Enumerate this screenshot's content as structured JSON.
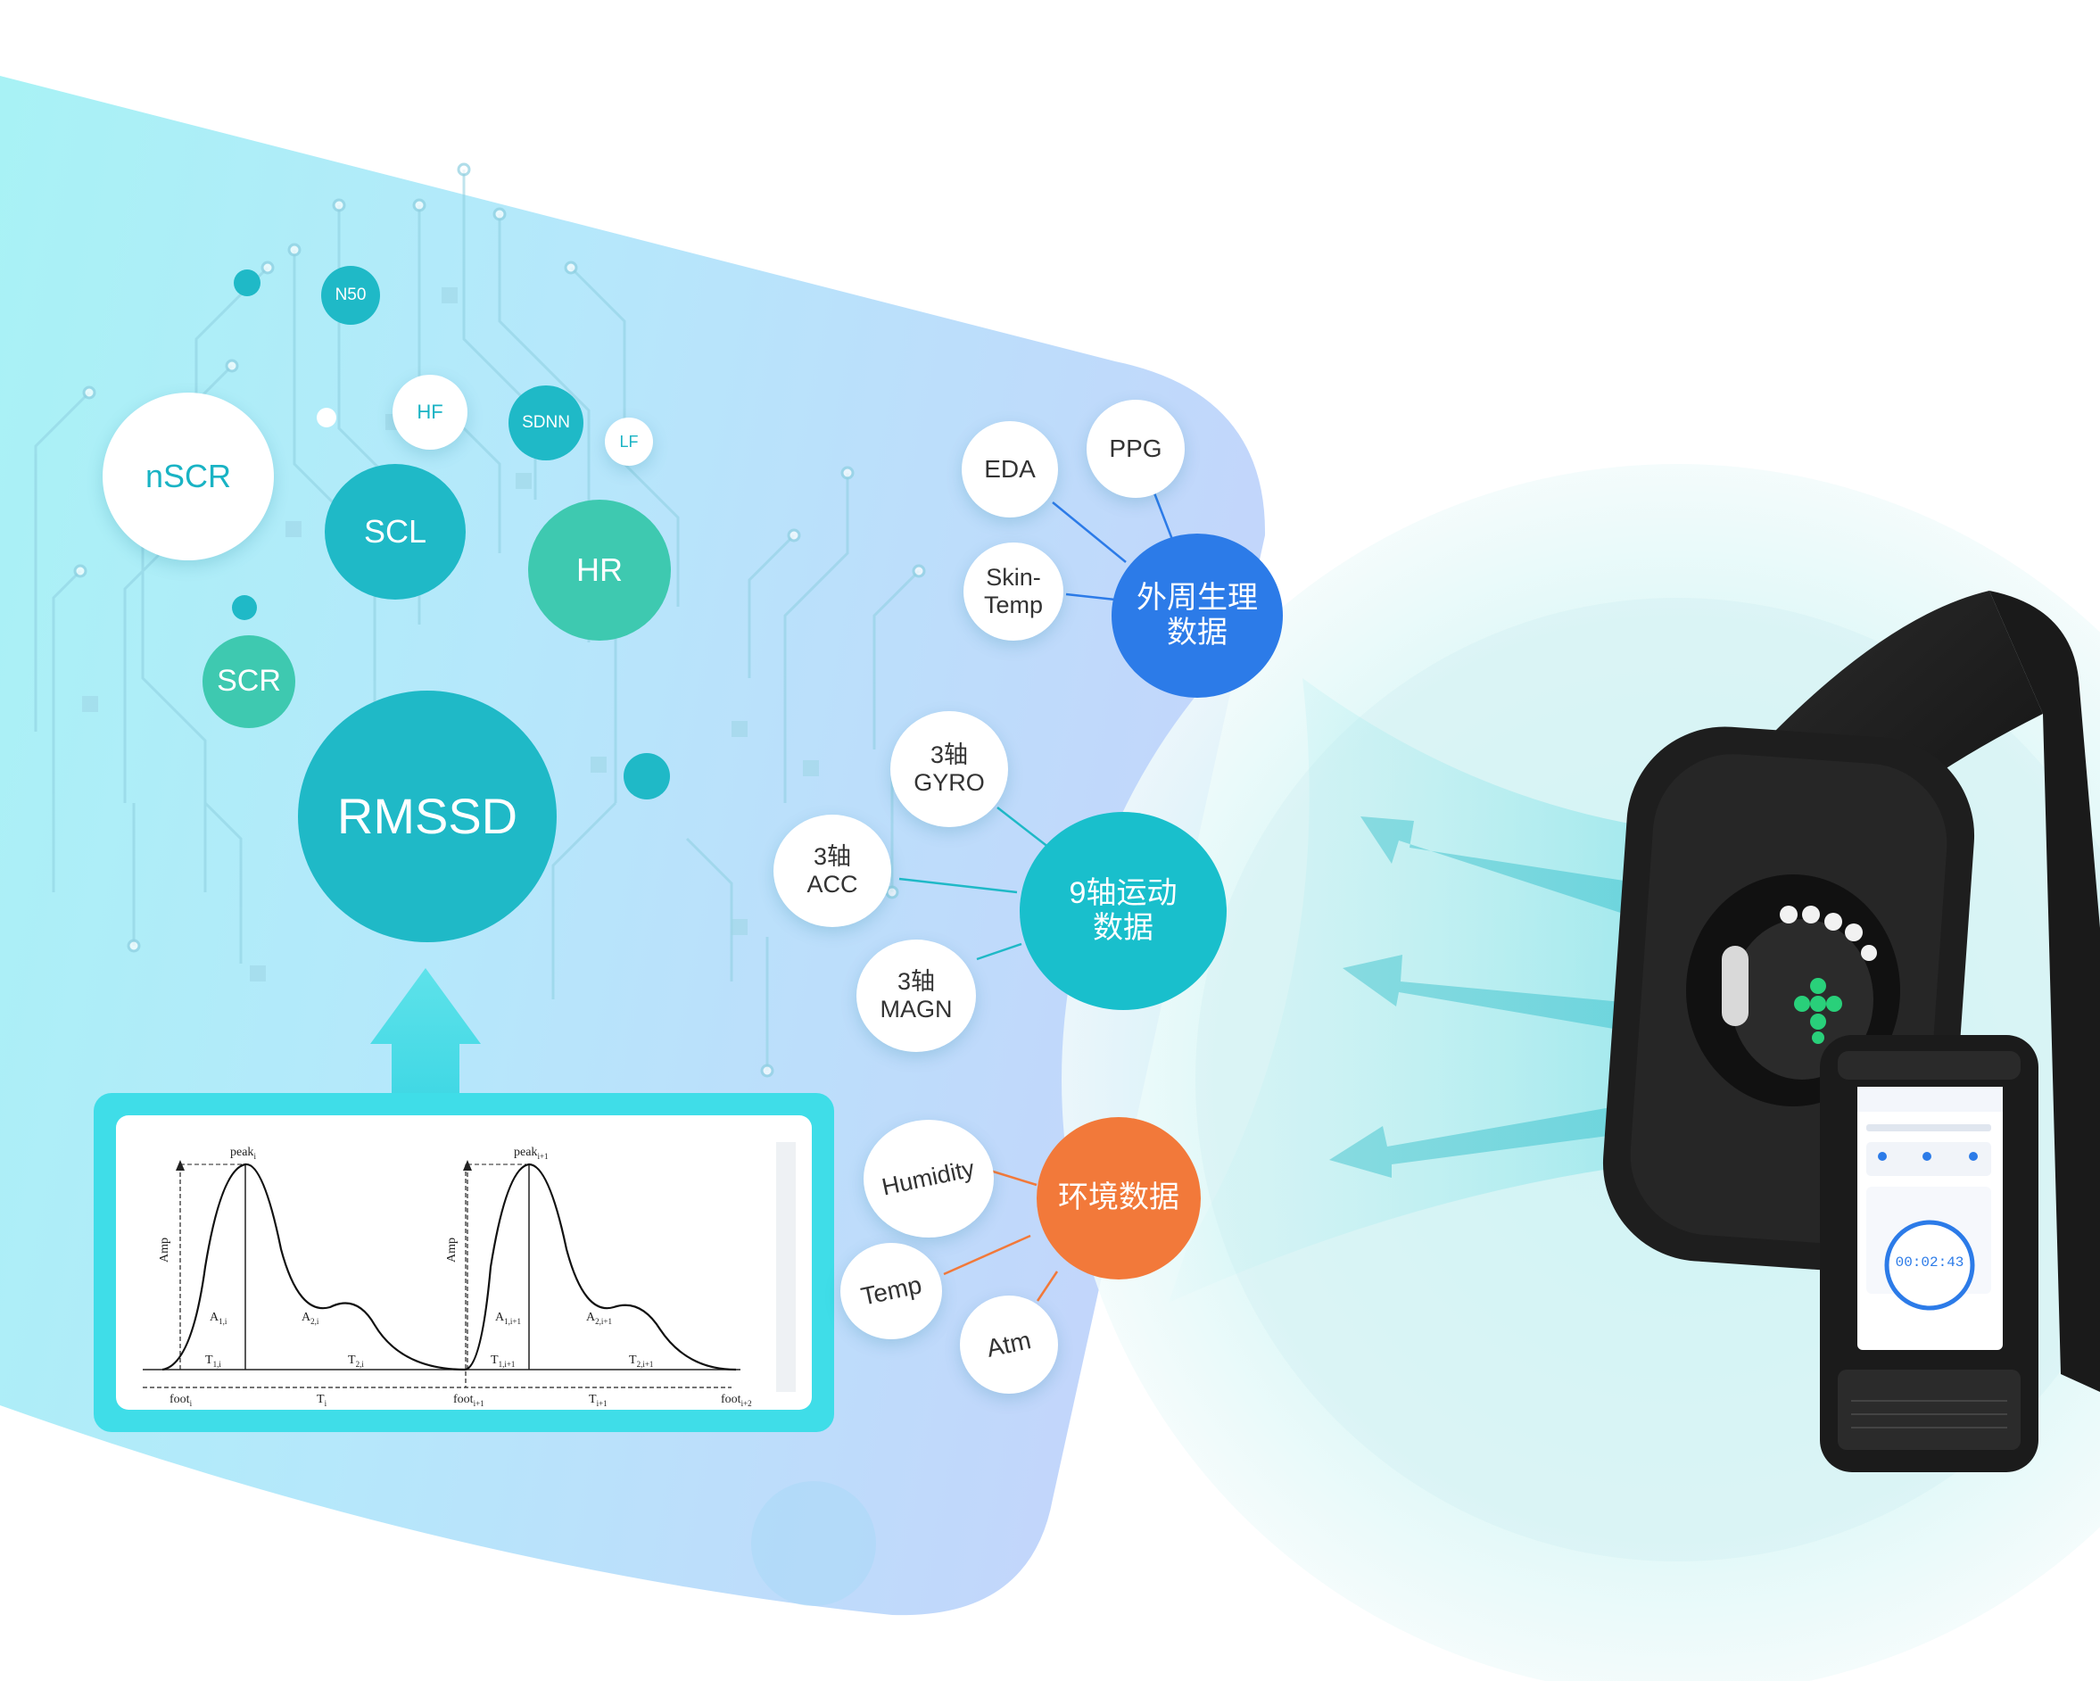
{
  "colors": {
    "accent_teal": "#1fb9c7",
    "accent_green": "#3ec9b0",
    "accent_blue": "#2c7be8",
    "accent_orange": "#f2793a"
  },
  "metrics": {
    "n50": "N50",
    "hf": "HF",
    "sdnn": "SDNN",
    "lf": "LF",
    "nscr": "nSCR",
    "scl": "SCL",
    "hr": "HR",
    "scr": "SCR",
    "rmssd": "RMSSD"
  },
  "peripheral": {
    "hub_line1": "外周生理",
    "hub_line2": "数据",
    "eda": "EDA",
    "ppg": "PPG",
    "skin_line1": "Skin-",
    "skin_line2": "Temp"
  },
  "motion": {
    "hub_line1": "9轴运动",
    "hub_line2": "数据",
    "gyro_line1": "3轴",
    "gyro_line2": "GYRO",
    "acc_line1": "3轴",
    "acc_line2": "ACC",
    "magn_line1": "3轴",
    "magn_line2": "MAGN"
  },
  "environment": {
    "hub": "环境数据",
    "humidity": "Humidity",
    "temp": "Temp",
    "atm": "Atm"
  },
  "waveform": {
    "peak_i": "peak",
    "peak_i_sub": "i",
    "peak_i1": "peak",
    "peak_i1_sub": "i+1",
    "amp_i": "Amp",
    "amp_i1": "Amp",
    "a1i": "A",
    "a1i_sub": "1,i",
    "a2i": "A",
    "a2i_sub": "2,i",
    "a1i1": "A",
    "a1i1_sub": "1,i+1",
    "a2i1": "A",
    "a2i1_sub": "2,i+1",
    "t1i": "T",
    "t1i_sub": "1,i",
    "t2i": "T",
    "t2i_sub": "2,i",
    "t1i1": "T",
    "t1i1_sub": "1,i+1",
    "t2i1": "T",
    "t2i1_sub": "2,i+1",
    "foot_i": "foot",
    "foot_i_sub": "i",
    "foot_i1": "foot",
    "foot_i1_sub": "i+1",
    "foot_i2": "foot",
    "foot_i2_sub": "i+2",
    "ti": "T",
    "ti_sub": "i",
    "ti1": "T",
    "ti1_sub": "i+1"
  },
  "phone": {
    "timer": "00:02:43"
  }
}
